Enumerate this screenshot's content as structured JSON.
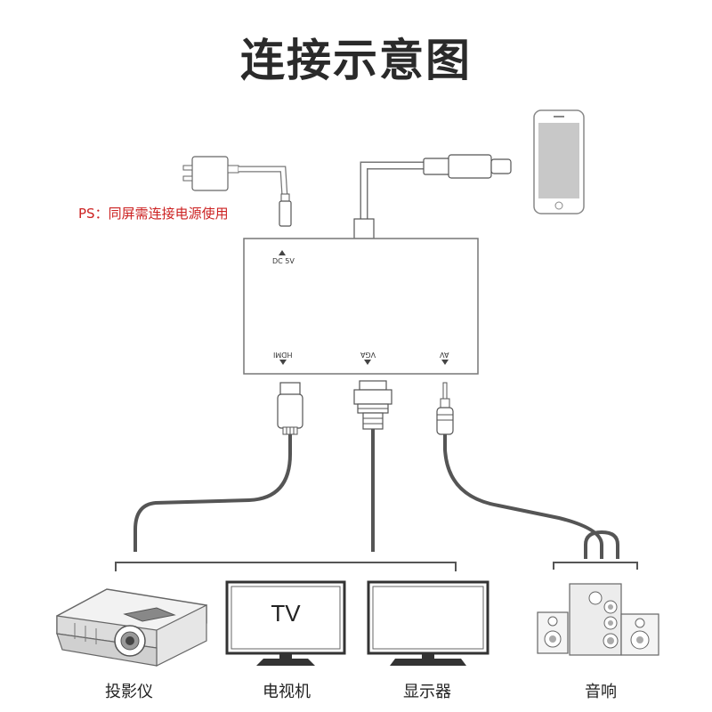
{
  "title": "连接示意图",
  "ps_note": "PS：同屏需连接电源使用",
  "box_ports": {
    "dc": "DC 5V",
    "hdmi": "HDMI",
    "vga": "VGA",
    "av": "AV"
  },
  "devices": {
    "projector": "投影仪",
    "tv": "电视机",
    "tv_screen_text": "TV",
    "monitor": "显示器",
    "speaker": "音响"
  },
  "icons": [
    "phone-icon",
    "power-adapter-icon",
    "converter-box",
    "hdmi-plug-icon",
    "vga-plug-icon",
    "av-plug-icon",
    "projector-icon",
    "tv-icon",
    "monitor-icon",
    "speaker-icon"
  ]
}
